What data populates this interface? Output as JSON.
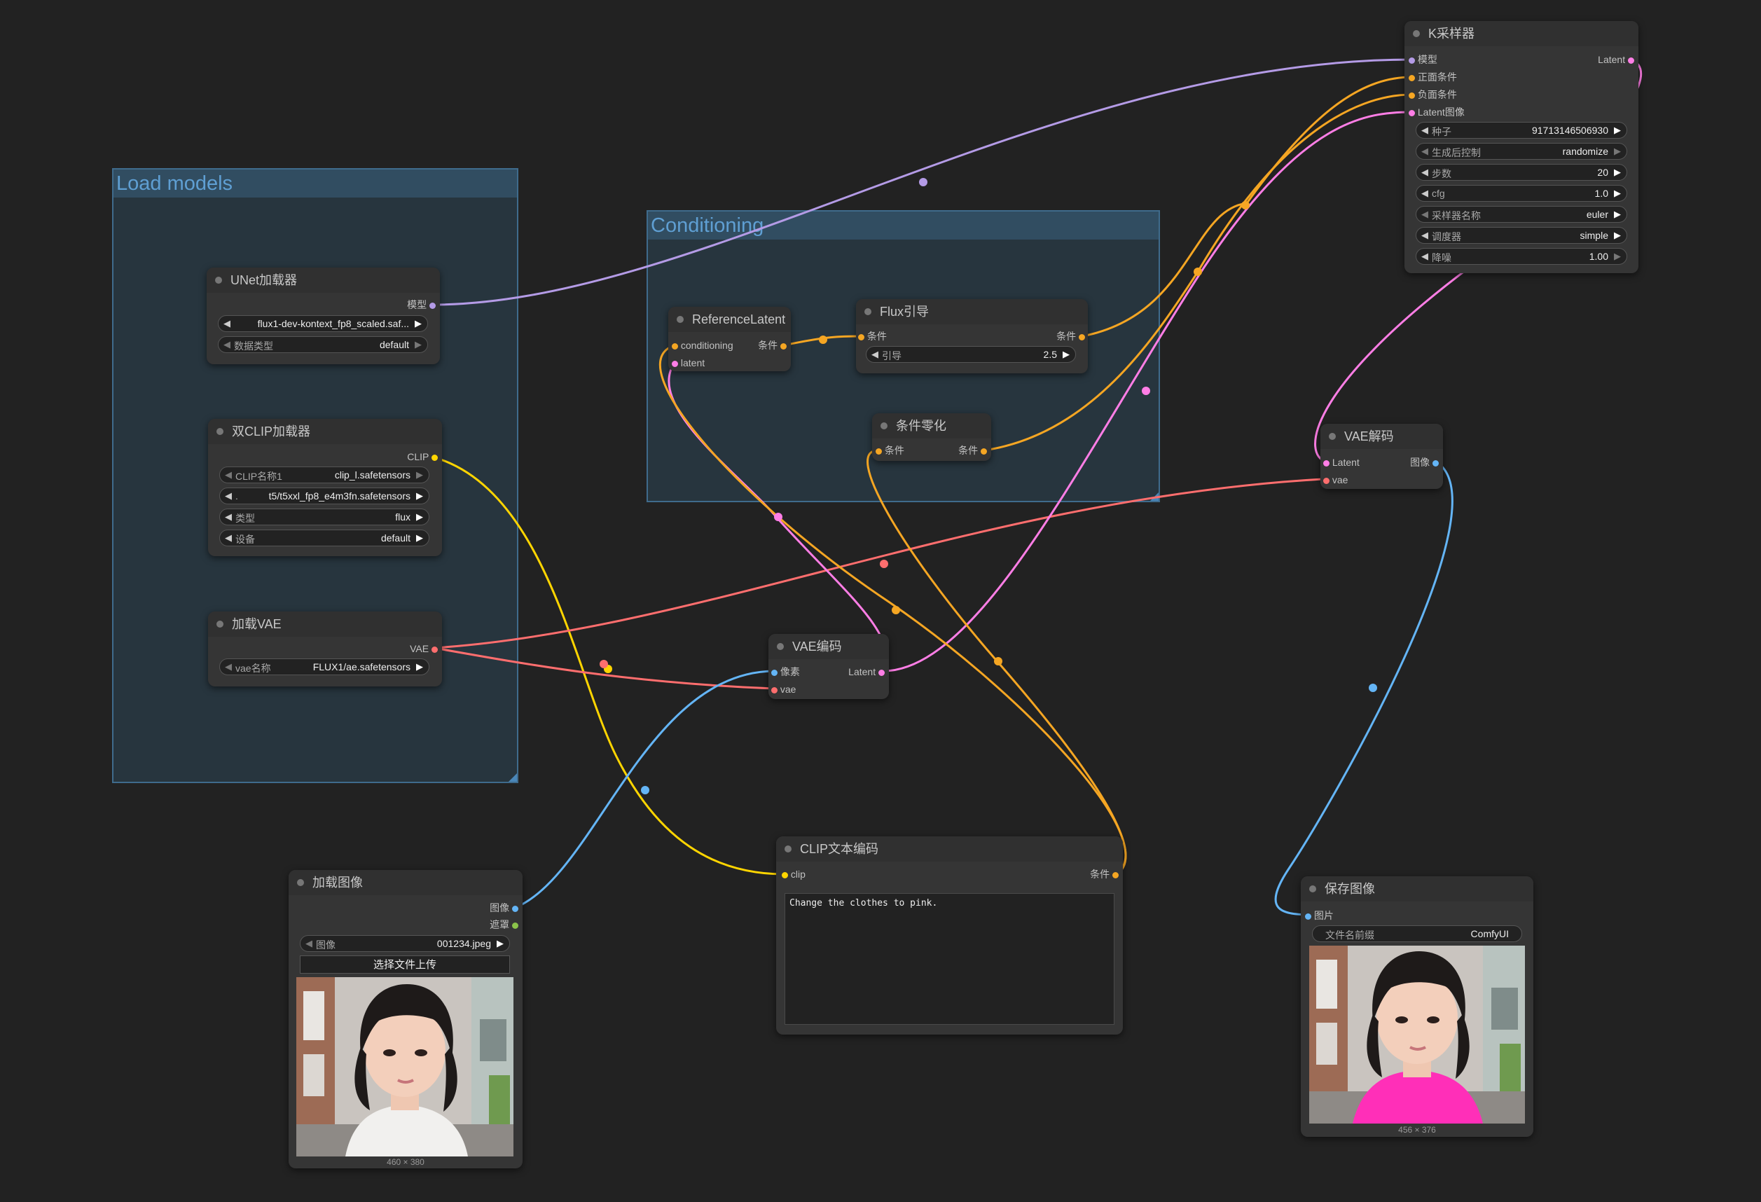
{
  "colors": {
    "model": "#b49be6",
    "conditioning": "#f5a623",
    "latent": "#ff7ee6",
    "clip": "#ffd500",
    "vae": "#ff6e6e",
    "image": "#64b5f6",
    "mask": "#8bc34a",
    "group_border": "#3f6b8c",
    "group_title": "#5f9fd3",
    "node_bg": "#353535",
    "canvas": "#222222"
  },
  "groups": [
    {
      "id": "load_models",
      "title": "Load models"
    },
    {
      "id": "conditioning",
      "title": "Conditioning"
    }
  ],
  "nodes": {
    "unet": {
      "title": "UNet加载器",
      "out_model": "模型",
      "w_unet_value": "flux1-dev-kontext_fp8_scaled.saf...",
      "w_dtype_label": "数据类型",
      "w_dtype_value": "default"
    },
    "dualclip": {
      "title": "双CLIP加载器",
      "out_clip": "CLIP",
      "w_clip1_label": "CLIP名称1",
      "w_clip1_value": "clip_l.safetensors",
      "w_clip2_label": ".",
      "w_clip2_value": "t5/t5xxl_fp8_e4m3fn.safetensors",
      "w_type_label": "类型",
      "w_type_value": "flux",
      "w_device_label": "设备",
      "w_device_value": "default"
    },
    "vaeloader": {
      "title": "加载VAE",
      "out_vae": "VAE",
      "w_vae_label": "vae名称",
      "w_vae_value": "FLUX1/ae.safetensors"
    },
    "reflatent": {
      "title": "ReferenceLatent",
      "in_conditioning": "conditioning",
      "in_latent": "latent",
      "out_cond": "条件"
    },
    "flux": {
      "title": "Flux引导",
      "in_cond": "条件",
      "out_cond": "条件",
      "w_guidance_label": "引导",
      "w_guidance_value": "2.5"
    },
    "zero": {
      "title": "条件零化",
      "in_cond": "条件",
      "out_cond": "条件"
    },
    "ksampler": {
      "title": "K采样器",
      "in_model": "模型",
      "in_positive": "正面条件",
      "in_negative": "负面条件",
      "in_latent": "Latent图像",
      "out_latent": "Latent",
      "widgets": [
        {
          "label": "种子",
          "value": "91713146506930"
        },
        {
          "label": "生成后控制",
          "value": "randomize"
        },
        {
          "label": "步数",
          "value": "20"
        },
        {
          "label": "cfg",
          "value": "1.0"
        },
        {
          "label": "采样器名称",
          "value": "euler"
        },
        {
          "label": "调度器",
          "value": "simple"
        },
        {
          "label": "降噪",
          "value": "1.00"
        }
      ]
    },
    "vaedecode": {
      "title": "VAE解码",
      "in_latent": "Latent",
      "in_vae": "vae",
      "out_image": "图像"
    },
    "vaeencode": {
      "title": "VAE编码",
      "in_pixels": "像素",
      "in_vae": "vae",
      "out_latent": "Latent"
    },
    "loadimage": {
      "title": "加载图像",
      "out_image": "图像",
      "out_mask": "遮罩",
      "w_image_label": "图像",
      "w_image_value": "001234.jpeg",
      "upload_label": "选择文件上传",
      "dims": "460 × 380"
    },
    "cliptext": {
      "title": "CLIP文本编码",
      "in_clip": "clip",
      "out_cond": "条件",
      "text": "Change the clothes to pink."
    },
    "saveimage": {
      "title": "保存图像",
      "in_images": "图片",
      "w_prefix_label": "文件名前缀",
      "w_prefix_value": "ComfyUI",
      "dims": "456 × 376"
    }
  }
}
